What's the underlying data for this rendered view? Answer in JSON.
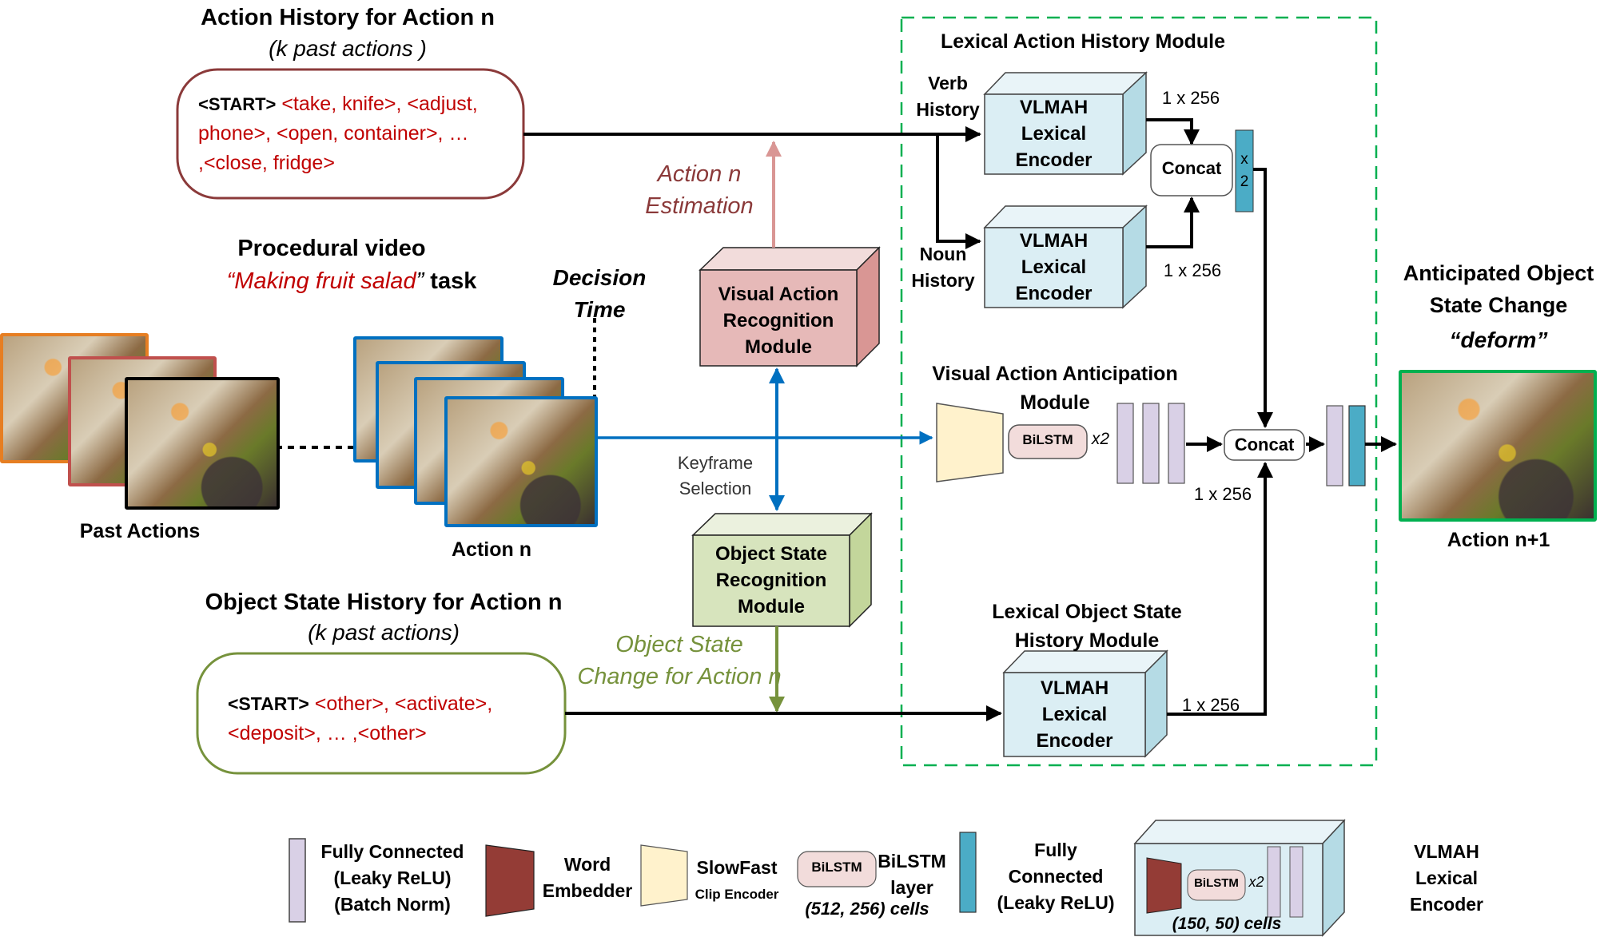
{
  "action_history": {
    "title": "Action History for Action n",
    "subtitle": "(k past actions )",
    "start_token": "<START>",
    "sequence_line1": " <take, knife>, <adjust,",
    "sequence_line2": "phone>,  <open, container>, …",
    "sequence_line3": ",<close, fridge>"
  },
  "procedural_video": {
    "title": "Procedural video",
    "task_open_quote": "“",
    "task_name": "Making fruit salad",
    "task_close_quote": "”",
    "task_suffix": " task",
    "past_actions_label": "Past Actions",
    "action_n_label": "Action n",
    "decision_time_line1": "Decision",
    "decision_time_line2": "Time"
  },
  "action_estimation": {
    "line1": "Action n",
    "line2": "Estimation"
  },
  "visual_action_recognition": {
    "line1": "Visual Action",
    "line2": "Recognition",
    "line3": "Module"
  },
  "keyframe_selection": {
    "line1": "Keyframe",
    "line2": "Selection"
  },
  "object_state_recognition": {
    "line1": "Object State",
    "line2": "Recognition",
    "line3": "Module"
  },
  "object_state_change": {
    "line1": "Object State",
    "line2": "Change for Action n"
  },
  "object_state_history": {
    "title": "Object State History for Action n",
    "subtitle": "(k past actions)",
    "start_token": "<START>",
    "sequence_line1": " <other>, <activate>,",
    "sequence_line2": "<deposit>, … ,<other>"
  },
  "lexical_action_history": {
    "title": "Lexical Action History Module",
    "verb_label_line1": "Verb",
    "verb_label_line2": "History",
    "noun_label_line1": "Noun",
    "noun_label_line2": "History",
    "encoder_line1": "VLMAH",
    "encoder_line2": "Lexical",
    "encoder_line3": "Encoder",
    "dim_verb": "1 x 256",
    "dim_noun": "1 x 256",
    "concat_label": "Concat",
    "fc_repeat_line1": "x",
    "fc_repeat_line2": "2"
  },
  "visual_action_anticipation": {
    "title_line1": "Visual Action Anticipation",
    "title_line2": "Module",
    "bilstm_label": "BiLSTM",
    "bilstm_repeat": "x2",
    "dim": "1 x 256",
    "concat_label": "Concat"
  },
  "lexical_object_state_history": {
    "title_line1": "Lexical Object State",
    "title_line2": "History Module",
    "encoder_line1": "VLMAH",
    "encoder_line2": "Lexical",
    "encoder_line3": "Encoder",
    "dim": "1 x 256"
  },
  "output": {
    "title_line1": "Anticipated Object",
    "title_line2": "State Change",
    "prediction": "“deform”",
    "frame_label": "Action n+1"
  },
  "legend": {
    "fc_bn": {
      "line1": "Fully Connected",
      "line2": "(Leaky ReLU)",
      "line3": "(Batch Norm)"
    },
    "word_embedder": {
      "line1": "Word",
      "line2": "Embedder"
    },
    "slowfast": {
      "line1": "SlowFast",
      "line2": "Clip Encoder"
    },
    "bilstm": {
      "icon_label": "BiLSTM",
      "line1": "BiLSTM",
      "line2": "layer",
      "cells": "(512, 256) cells"
    },
    "fc": {
      "line1": "Fully",
      "line2": "Connected",
      "line3": "(Leaky ReLU)"
    },
    "vlmah": {
      "inner_bilstm": "BiLSTM",
      "inner_repeat": "x2",
      "cells": "(150, 50) cells",
      "line1": "VLMAH",
      "line2": "Lexical",
      "line3": "Encoder"
    }
  },
  "colors": {
    "action_history_border": "#8b3a3a",
    "object_history_border": "#76923c",
    "token_red": "#c00000",
    "dashed_module_border": "#00b050",
    "blue_flow": "#0070c0",
    "estimation_arrow": "#d99694",
    "recognition_box": "#e6b9b8",
    "object_state_box": "#d7e4bd",
    "encoder_box": "#dbeef4",
    "fc_purple": "#d9d0e6",
    "fc_teal": "#4bacc6",
    "word_embedder": "#943c36",
    "slowfast": "#fff2cc",
    "bilstm": "#f2dcdb",
    "output_frame_border": "#00b050"
  }
}
